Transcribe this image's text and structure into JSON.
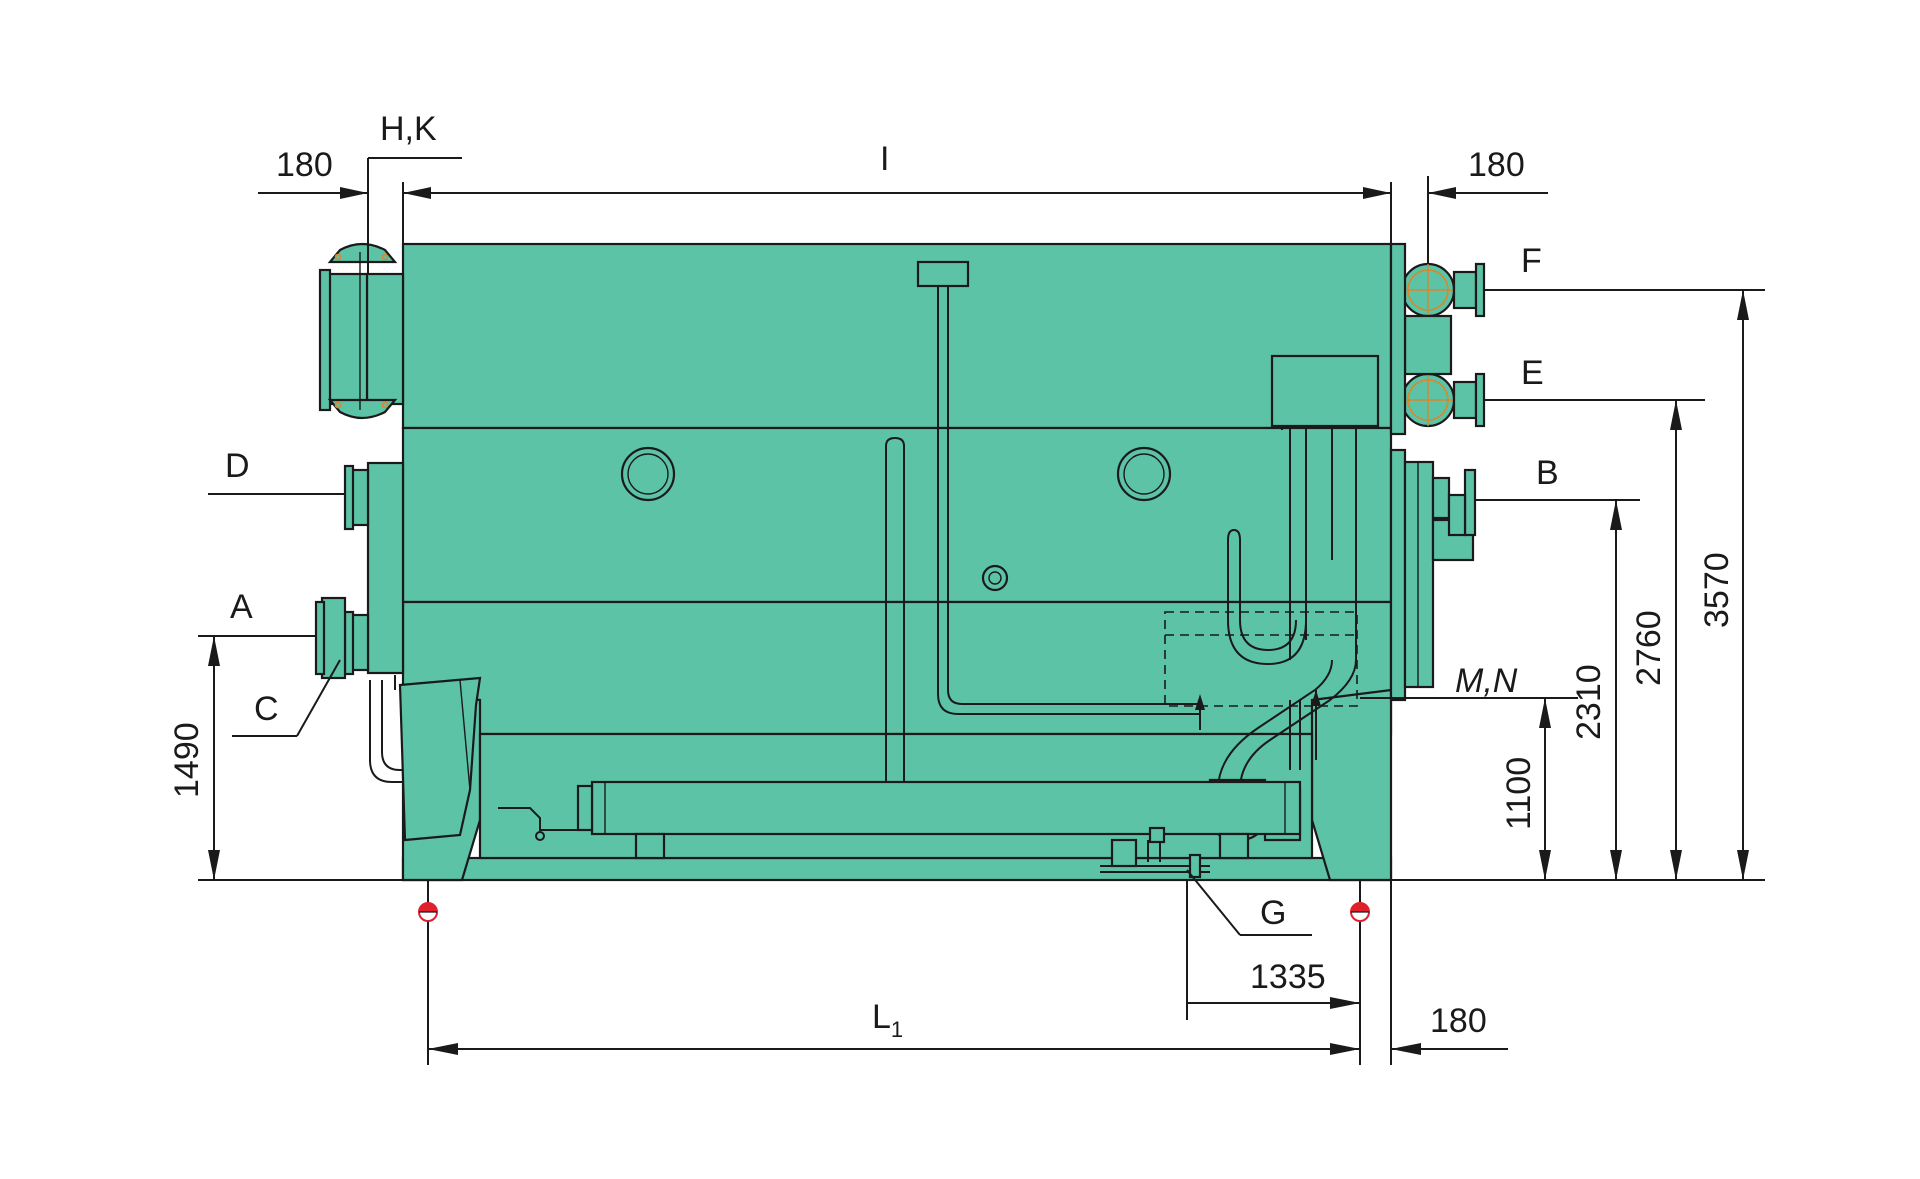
{
  "connection_labels": {
    "hk": "H,K",
    "f": "F",
    "e": "E",
    "d": "D",
    "b": "B",
    "a": "A",
    "c": "C",
    "mn": "M,N",
    "g": "G"
  },
  "dimensions": {
    "top_left_offset": "180",
    "overall_length": "I",
    "top_right_offset": "180",
    "height_a": "1490",
    "height_mn": "1100",
    "height_d": "2310",
    "height_e": "2760",
    "height_f": "3570",
    "g_offset": "1335",
    "anchor_spacing_main": "L",
    "anchor_spacing_sub": "1",
    "bottom_right_offset": "180"
  },
  "colors": {
    "unit_body": "#5cc3a6",
    "outline": "#1a1a1a",
    "flange_bolts": "#d9872b",
    "anchor_marker": "#e0202a"
  }
}
